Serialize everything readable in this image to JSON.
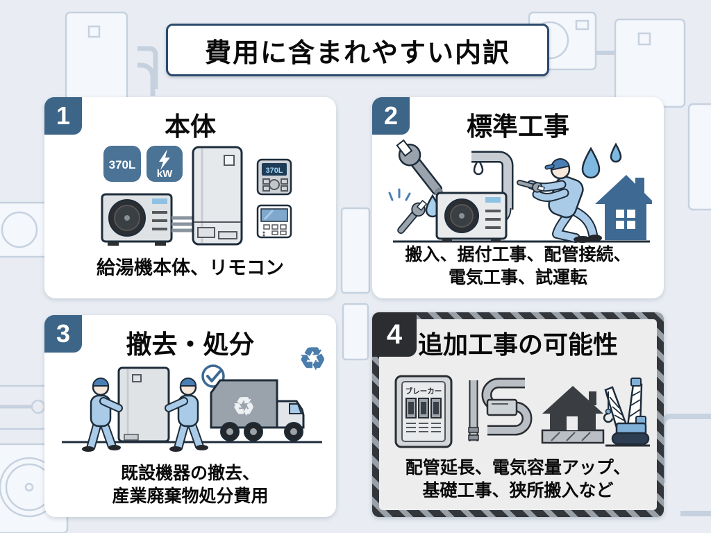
{
  "banner": {
    "title": "費用に含まれやすい内訳"
  },
  "icons": {
    "recycle": "♻"
  },
  "colors": {
    "page_bg": "#e9edf3",
    "banner_border": "#2b4a6b",
    "number_badge_blue": "#3d6588",
    "number_badge_dark": "#2b2d31",
    "hazard_dark": "#33363b",
    "hazard_light": "#9aa0a8",
    "worker_blue": "#a9cbe8",
    "cap_blue": "#4a7fb5",
    "house_blue": "#3d6992",
    "label_badge_blue": "#4a7396",
    "outline_navy": "#1e2c3a"
  },
  "cards": [
    {
      "number": "1",
      "title": "本体",
      "caption_lines": [
        "給湯機本体、リモコン"
      ],
      "labels": {
        "tank_capacity": "370L",
        "power_unit": "kW",
        "remote_display": "370L"
      }
    },
    {
      "number": "2",
      "title": "標準工事",
      "caption_lines": [
        "搬入、据付工事、配管接続、",
        "電気工事、試運転"
      ]
    },
    {
      "number": "3",
      "title": "撤去・処分",
      "caption_lines": [
        "既設機器の撤去、",
        "産業廃棄物処分費用"
      ]
    },
    {
      "number": "4",
      "title": "追加工事の可能性",
      "caption_lines": [
        "配管延長、電気容量アップ、",
        "基礎工事、狭所搬入など"
      ],
      "labels": {
        "breaker": "ブレーカー"
      }
    }
  ]
}
